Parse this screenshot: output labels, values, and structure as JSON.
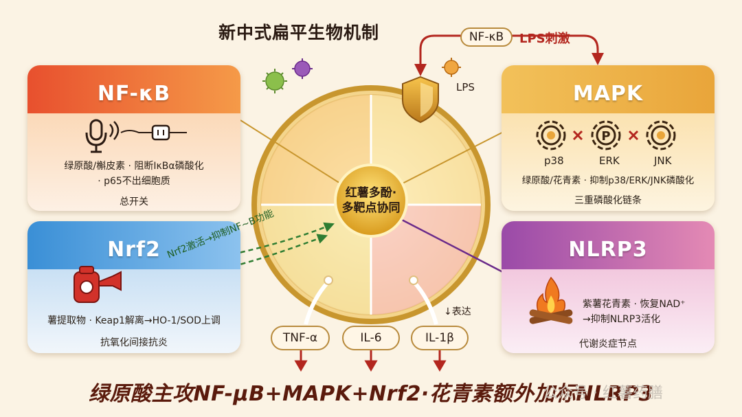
{
  "title": "新中式扁平生物机制",
  "top_labels": {
    "nfkb_pill": "NF-κB",
    "lps_stimulus": "LPS刺激",
    "lps": "LPS"
  },
  "center": {
    "line1": "红薯多酚·",
    "line2": "多靶点协同"
  },
  "panels": {
    "nfkb": {
      "title": "NF-κB",
      "line1": "绿原酸/槲皮素 · 阻断IκBα磷酸化",
      "line2": "· p65不出细胞质",
      "footer": "总开关"
    },
    "mapk": {
      "title": "MAPK",
      "gear1": "p38",
      "gear2": "ERK",
      "gear3": "JNK",
      "gear_letter": "P",
      "line1": "绿原酸/花青素 · 抑制p38/ERK/JNK磷酸化",
      "footer": "三重磷酸化链条"
    },
    "nrf2": {
      "title": "Nrf2",
      "line1": "薯提取物 · Keap1解离→HO-1/SOD上调",
      "footer": "抗氧化间接抗炎"
    },
    "nlrp3": {
      "title": "NLRP3",
      "line1": "紫薯花青素 · 恢复NAD⁺",
      "line2": "→抑制NLRP3活化",
      "footer": "代谢炎症节点"
    }
  },
  "nrf2_arrow_label": "Nrf2激活→抑制NF~B功能",
  "cytokines": {
    "c1": "TNF-α",
    "c2": "IL-6",
    "c3": "IL-1β",
    "expression": "↓表达"
  },
  "bottom_title": "绿原酸主攻NF-μB+MAPK+Nrf2·花青素额外加标NLRP3",
  "watermark": "公众号 · 红薯药膳",
  "colors": {
    "nfkb_head": "#e8502e",
    "mapk_head": "#e9a53a",
    "nrf2_head": "#3a8fd6",
    "nlrp3_head": "#9a4aa8",
    "arrow_red": "#b3261e",
    "arrow_green": "#2e7d32",
    "arrow_purple": "#6a2a8a",
    "gold": "#c8962e"
  }
}
